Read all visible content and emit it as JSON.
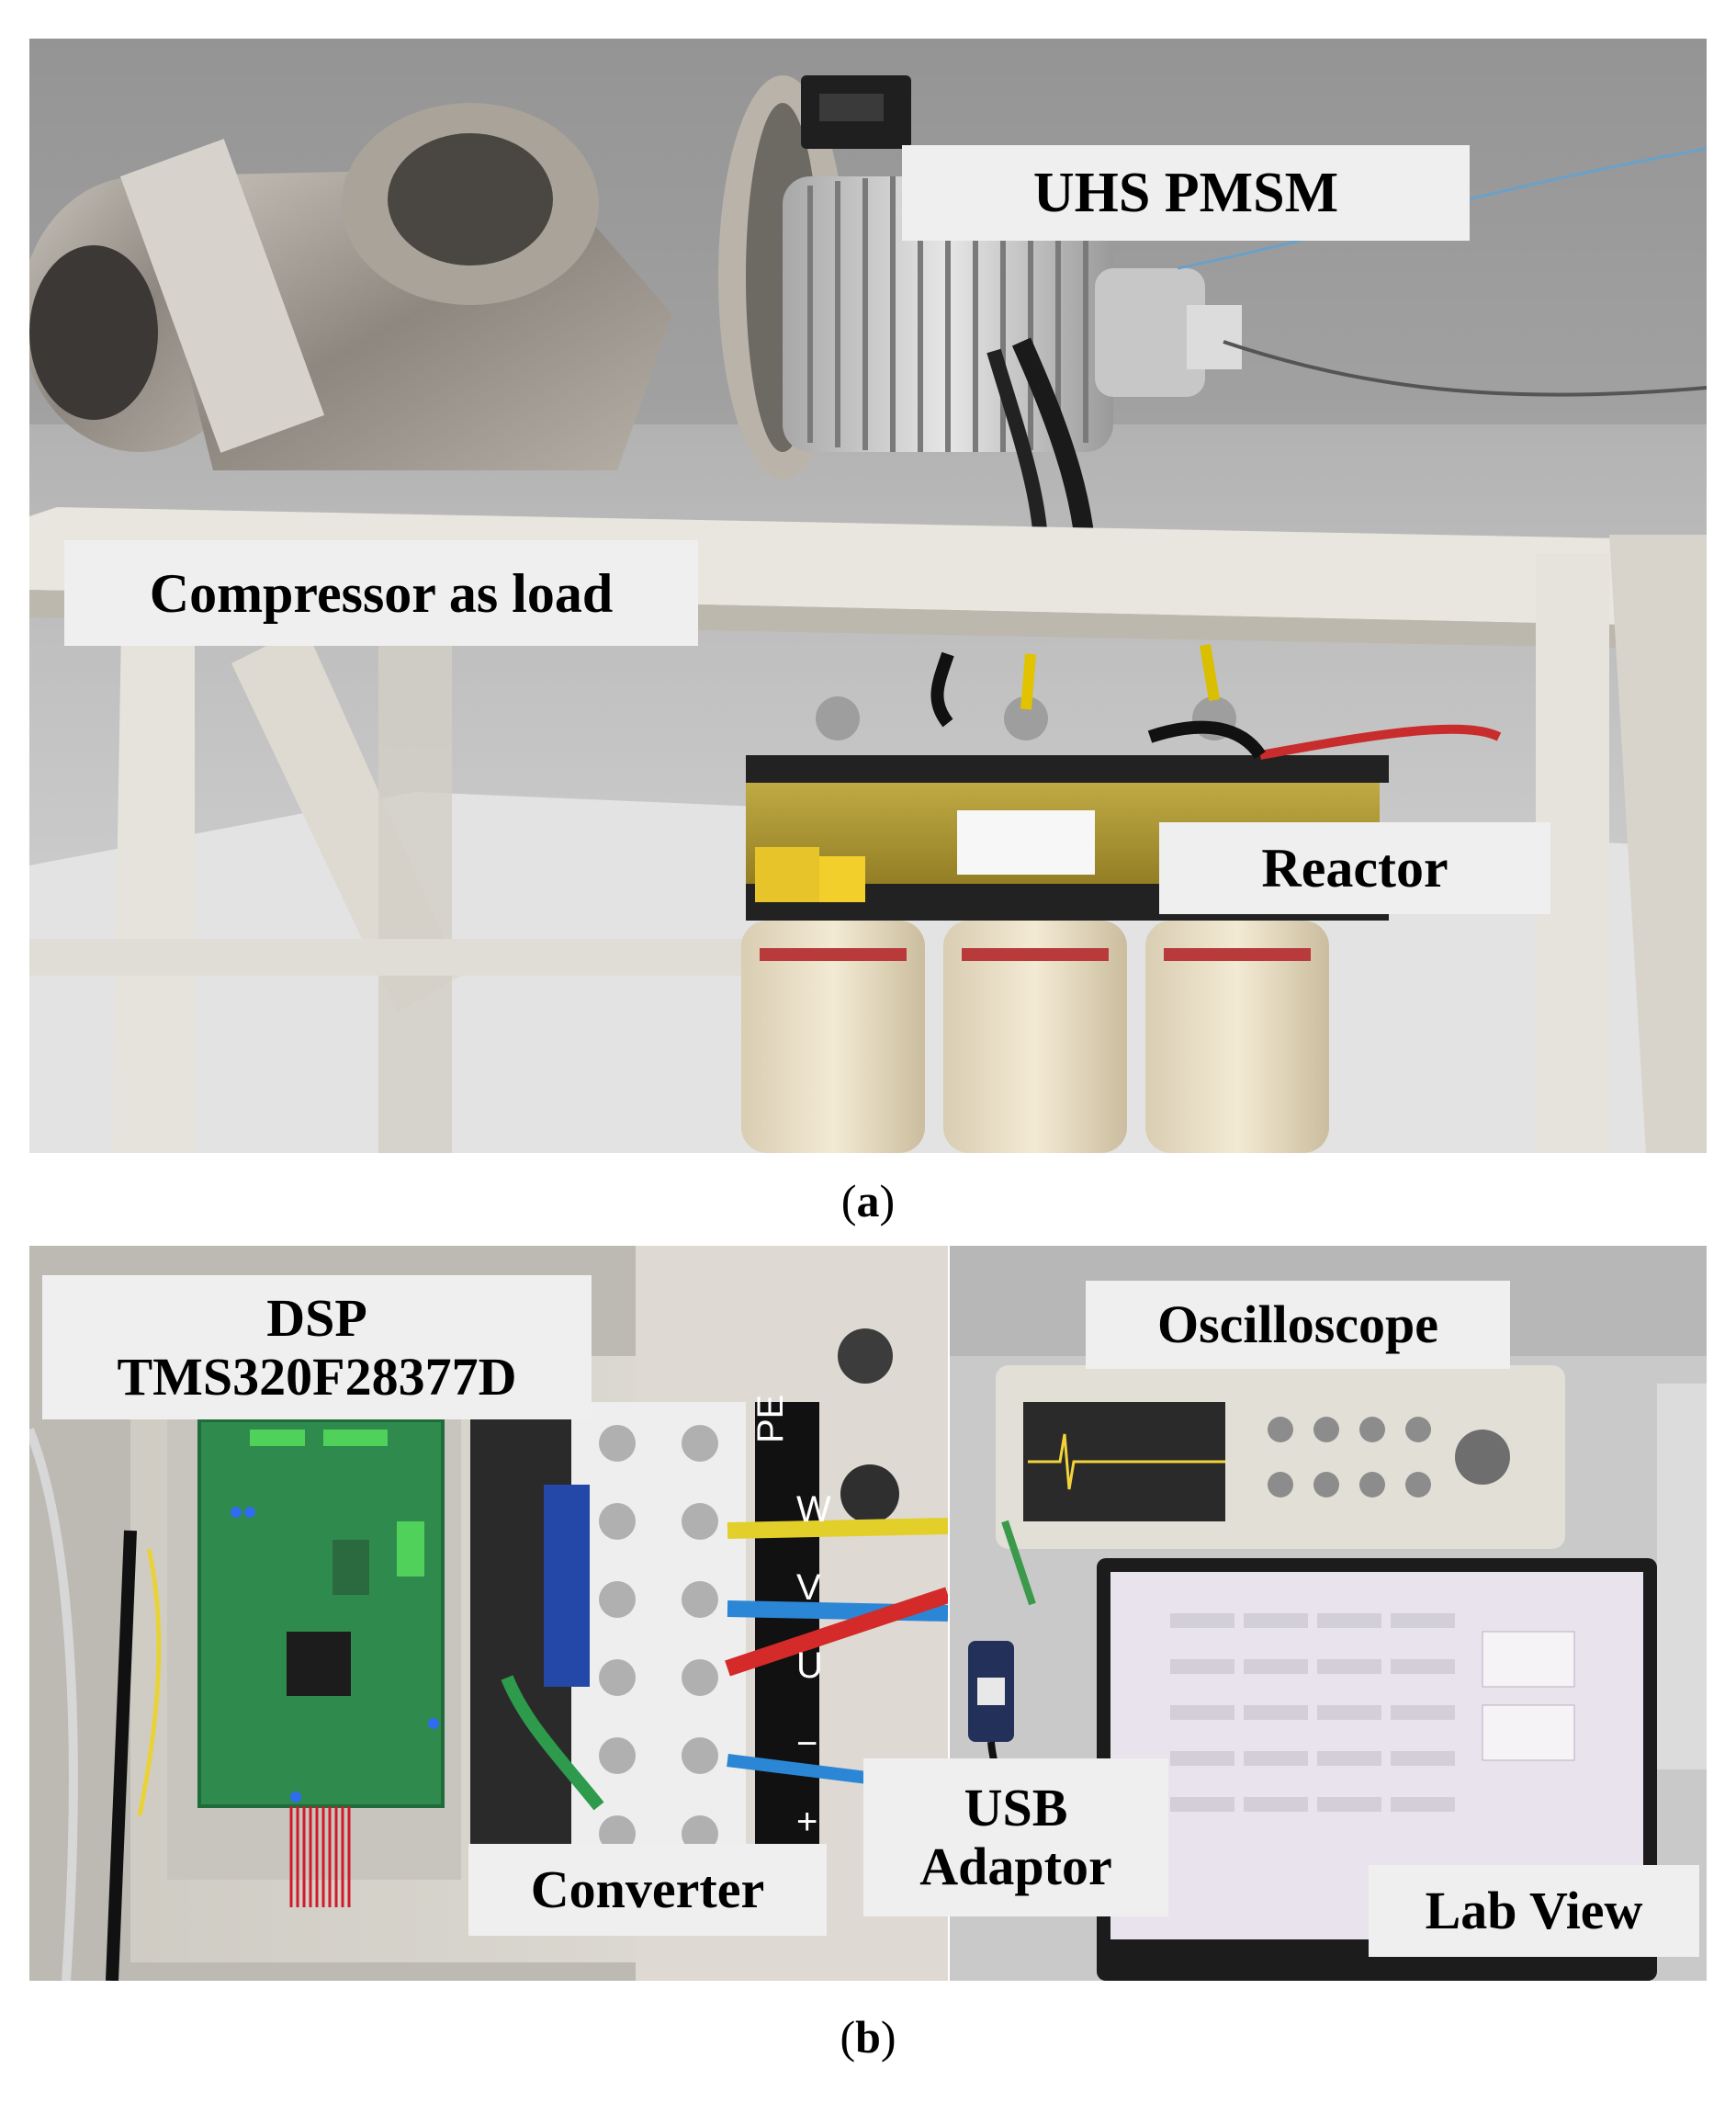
{
  "panel_a": {
    "labels": {
      "motor": "UHS PMSM",
      "compressor": "Compressor as load",
      "reactor": "Reactor"
    },
    "caption": {
      "open": "(",
      "letter": "a",
      "close": ")"
    }
  },
  "panel_b": {
    "labels": {
      "dsp_line1": "DSP",
      "dsp_line2": "TMS320F28377D",
      "oscilloscope": "Oscilloscope",
      "usb_line1": "USB",
      "usb_line2": "Adaptor",
      "converter": "Converter",
      "labview": "Lab View"
    },
    "terminal_marks": [
      "PE",
      "W",
      "V",
      "U",
      "−",
      "+"
    ],
    "caption": {
      "open": "(",
      "letter": "b",
      "close": ")"
    }
  }
}
